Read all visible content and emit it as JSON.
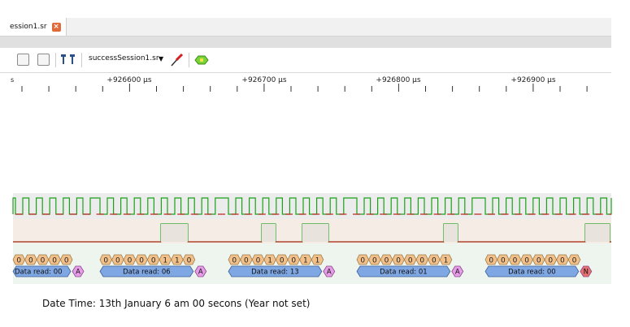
{
  "tab": {
    "label": "ession1.sr",
    "close_icon": "close-icon"
  },
  "toolbar": {
    "session_name": "successSession1.sr",
    "dropdown_icon": "dropdown-arrow-icon",
    "probe_icon": "red-probe-icon",
    "decoder_icon": "green-decoder-icon"
  },
  "ruler": {
    "start_label": "s",
    "labels": [
      "+926600 µs",
      "+926700 µs",
      "+926800 µs",
      "+926900 µs"
    ]
  },
  "colors": {
    "clock": "#1aa11a",
    "data_low": "#c0302a",
    "bit_fill": "#f2c088",
    "byte_fill": "#7fa7e3",
    "ack_fill": "#e79ce7",
    "nack_fill": "#e97070"
  },
  "decoder": {
    "groups": [
      {
        "bits": [
          "0",
          "0",
          "0",
          "0",
          "0"
        ],
        "data_label": "Data read: 00",
        "ack": "A"
      },
      {
        "bits": [
          "0",
          "0",
          "0",
          "0",
          "0",
          "1",
          "1",
          "0"
        ],
        "data_label": "Data read: 06",
        "ack": "A"
      },
      {
        "bits": [
          "0",
          "0",
          "0",
          "1",
          "0",
          "0",
          "1",
          "1"
        ],
        "data_label": "Data read: 13",
        "ack": "A"
      },
      {
        "bits": [
          "0",
          "0",
          "0",
          "0",
          "0",
          "0",
          "0",
          "1"
        ],
        "data_label": "Data read: 01",
        "ack": "A"
      },
      {
        "bits": [
          "0",
          "0",
          "0",
          "0",
          "0",
          "0",
          "0",
          "0"
        ],
        "data_label": "Data read: 00",
        "ack": "N"
      }
    ]
  },
  "footer": {
    "text": "Date Time: 13th January 6 am 00 secons (Year not set)"
  }
}
